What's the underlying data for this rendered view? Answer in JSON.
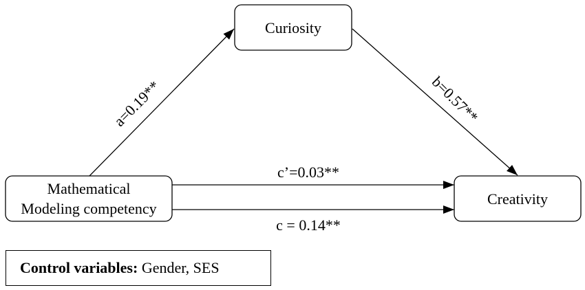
{
  "nodes": {
    "curiosity": "Curiosity",
    "math_modeling_line1": "Mathematical",
    "math_modeling_line2": "Modeling competency",
    "creativity": "Creativity"
  },
  "paths": {
    "a": "a=0.19**",
    "b": "b=0.57**",
    "c_prime": "c’=0.03**",
    "c": "c = 0.14**"
  },
  "control": {
    "label": "Control variables:",
    "value": " Gender, SES"
  }
}
